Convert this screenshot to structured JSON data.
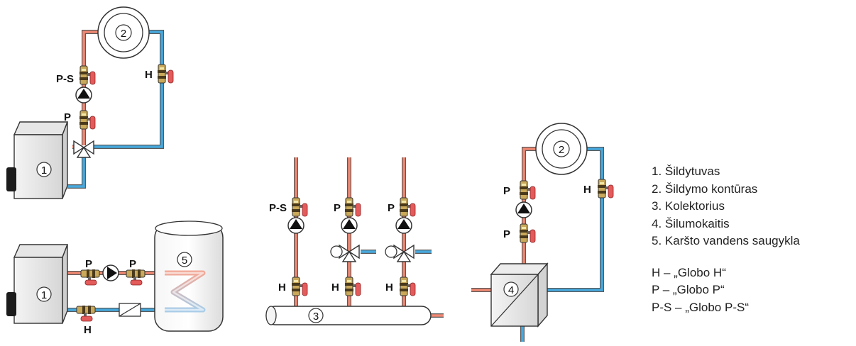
{
  "labels": {
    "heater": "1",
    "circuit": "2",
    "collector": "3",
    "exchanger": "4",
    "tank": "5",
    "valve_h": "H",
    "valve_p": "P",
    "valve_ps": "P-S"
  },
  "legend": {
    "items": [
      "1. Šildytuvas",
      "2. Šildymo kontūras",
      "3. Kolektorius",
      "4. Šilumokaitis",
      "5. Karšto vandens saugykla"
    ],
    "valves": [
      "H – „Globo H“",
      "P – „Globo P“",
      "P-S – „Globo P-S“"
    ]
  },
  "colors": {
    "hot_pipe": "#f08872",
    "cold_pipe": "#46a9de",
    "pipe_outline": "#5a5a5a",
    "valve_handle": "#e45b5b",
    "valve_body": "#caa95a"
  }
}
